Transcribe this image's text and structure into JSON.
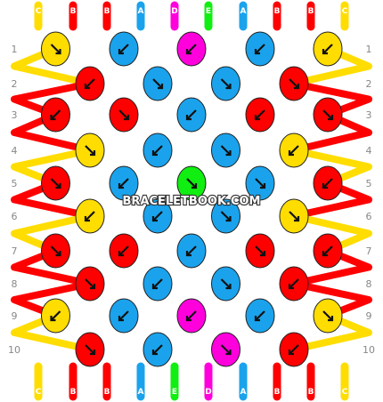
{
  "pattern": {
    "watermark": "BRACELETBOOK.COM",
    "colors": {
      "A": "#1aa3ec",
      "B": "#ff0000",
      "C": "#ffdd00",
      "D": "#ff00dd",
      "E": "#11ee11"
    },
    "top_strands": [
      "C",
      "B",
      "B",
      "A",
      "D",
      "E",
      "A",
      "B",
      "B",
      "C"
    ],
    "bottom_strands": [
      "C",
      "B",
      "B",
      "A",
      "E",
      "D",
      "A",
      "B",
      "B",
      "C"
    ],
    "row_numbers": [
      "1",
      "2",
      "3",
      "4",
      "5",
      "6",
      "7",
      "8",
      "9",
      "10"
    ],
    "knot_rows": [
      [
        {
          "color": "C",
          "dir": "SE"
        },
        {
          "color": "A",
          "dir": "SW"
        },
        {
          "color": "D",
          "dir": "SW"
        },
        {
          "color": "A",
          "dir": "SW"
        },
        {
          "color": "C",
          "dir": "SW"
        }
      ],
      [
        {
          "color": "B",
          "dir": "SW"
        },
        {
          "color": "A",
          "dir": "SE"
        },
        {
          "color": "A",
          "dir": "SE"
        },
        {
          "color": "B",
          "dir": "SE"
        }
      ],
      [
        {
          "color": "B",
          "dir": "SW"
        },
        {
          "color": "B",
          "dir": "SE"
        },
        {
          "color": "A",
          "dir": "SW"
        },
        {
          "color": "B",
          "dir": "SW"
        },
        {
          "color": "B",
          "dir": "SE"
        }
      ],
      [
        {
          "color": "C",
          "dir": "SE"
        },
        {
          "color": "A",
          "dir": "SW"
        },
        {
          "color": "A",
          "dir": "SE"
        },
        {
          "color": "C",
          "dir": "SW"
        }
      ],
      [
        {
          "color": "B",
          "dir": "SE"
        },
        {
          "color": "A",
          "dir": "SW"
        },
        {
          "color": "E",
          "dir": "SE"
        },
        {
          "color": "A",
          "dir": "SE"
        },
        {
          "color": "B",
          "dir": "SW"
        }
      ],
      [
        {
          "color": "C",
          "dir": "SW"
        },
        {
          "color": "A",
          "dir": "SW"
        },
        {
          "color": "A",
          "dir": "SE"
        },
        {
          "color": "C",
          "dir": "SE"
        }
      ],
      [
        {
          "color": "B",
          "dir": "SE"
        },
        {
          "color": "B",
          "dir": "SW"
        },
        {
          "color": "A",
          "dir": "SW"
        },
        {
          "color": "B",
          "dir": "SE"
        },
        {
          "color": "B",
          "dir": "SW"
        }
      ],
      [
        {
          "color": "B",
          "dir": "SE"
        },
        {
          "color": "A",
          "dir": "SW"
        },
        {
          "color": "A",
          "dir": "SE"
        },
        {
          "color": "B",
          "dir": "SW"
        }
      ],
      [
        {
          "color": "C",
          "dir": "SW"
        },
        {
          "color": "A",
          "dir": "SW"
        },
        {
          "color": "D",
          "dir": "SW"
        },
        {
          "color": "A",
          "dir": "SW"
        },
        {
          "color": "C",
          "dir": "SE"
        }
      ],
      [
        {
          "color": "B",
          "dir": "SE"
        },
        {
          "color": "A",
          "dir": "SW"
        },
        {
          "color": "D",
          "dir": "SE"
        },
        {
          "color": "B",
          "dir": "SW"
        }
      ]
    ]
  }
}
